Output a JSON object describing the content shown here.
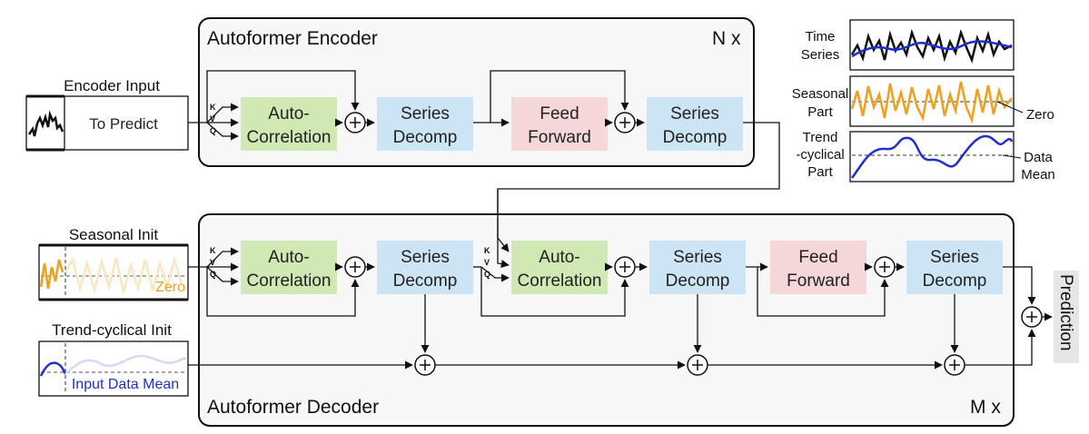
{
  "encoder": {
    "title": "Autoformer Encoder",
    "repeat": "N x",
    "autocorr": [
      "Auto-",
      "Correlation"
    ],
    "decomp1": [
      "Series",
      "Decomp"
    ],
    "feed": [
      "Feed",
      "Forward"
    ],
    "decomp2": [
      "Series",
      "Decomp"
    ]
  },
  "decoder": {
    "title": "Autoformer Decoder",
    "repeat": "M x",
    "autocorr1": [
      "Auto-",
      "Correlation"
    ],
    "decomp1": [
      "Series",
      "Decomp"
    ],
    "autocorr2": [
      "Auto-",
      "Correlation"
    ],
    "decomp2": [
      "Series",
      "Decomp"
    ],
    "feed": [
      "Feed",
      "Forward"
    ],
    "decomp3": [
      "Series",
      "Decomp"
    ]
  },
  "inputs": {
    "encoder_input": "Encoder Input",
    "to_predict": "To Predict",
    "seasonal_init": "Seasonal Init",
    "seasonal_zero": "Zero",
    "trend_init": "Trend-cyclical Init",
    "trend_mean": "Input Data Mean"
  },
  "qkv": {
    "k": "K",
    "v": "V",
    "q": "Q"
  },
  "legend": {
    "time_series": [
      "Time",
      "Series"
    ],
    "seasonal": [
      "Seasonal",
      "Part"
    ],
    "trend": [
      "Trend",
      "-cyclical",
      "Part"
    ],
    "zero": "Zero",
    "data_mean": [
      "Data",
      "Mean"
    ]
  },
  "output": {
    "prediction": "Prediction"
  },
  "colors": {
    "autocorr": "#cfe8b4",
    "decomp": "#cce4f3",
    "feed": "#f5d6d9",
    "seasonal": "#f0a020",
    "trend": "#1f2fd0",
    "series": "#111111"
  }
}
